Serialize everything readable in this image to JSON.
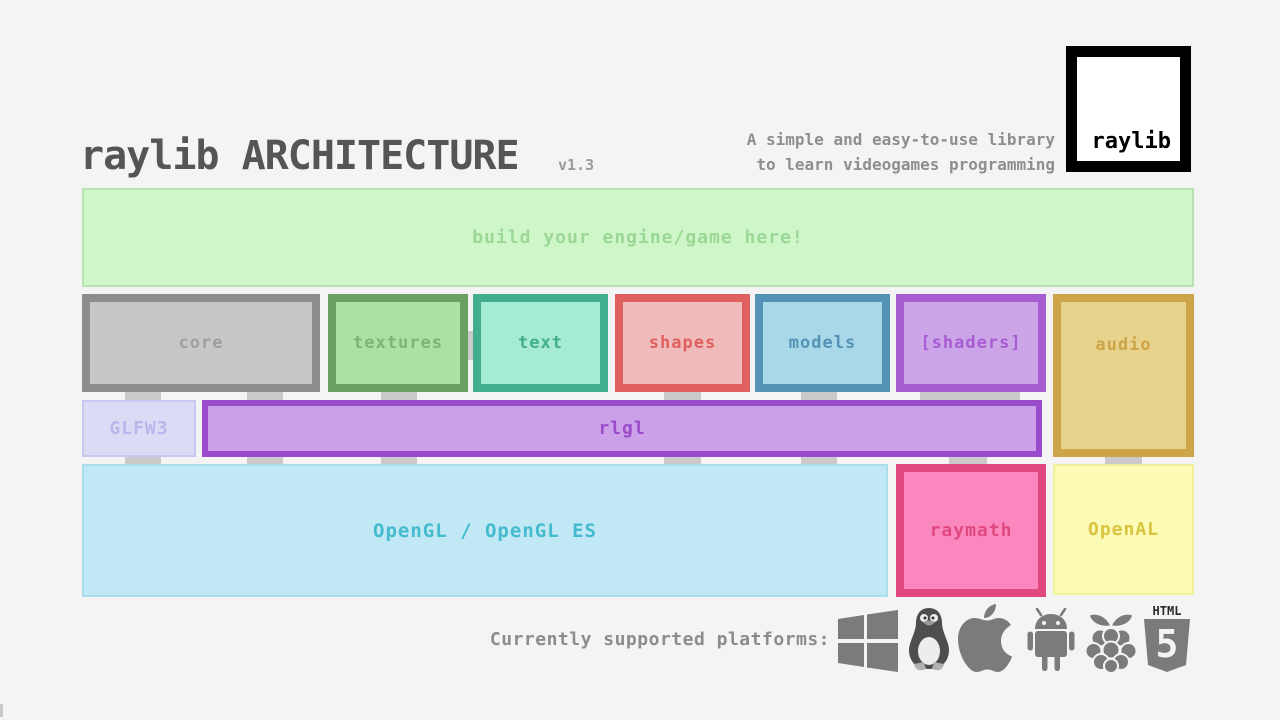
{
  "header": {
    "title": "raylib ARCHITECTURE",
    "version": "v1.3",
    "tagline_line1": "A simple and easy-to-use library",
    "tagline_line2": "to learn videogames programming",
    "logo_text": "raylib"
  },
  "diagram": {
    "engine_box": {
      "label": "build your engine/game here!",
      "fill": "#cef6c8",
      "text_color": "#9bd896"
    },
    "modules": [
      {
        "id": "core",
        "label": "core",
        "border": "#8d8d8d",
        "fill": "#c7c7c7",
        "text_color": "#9f9f9f"
      },
      {
        "id": "textures",
        "label": "textures",
        "border": "#6ba063",
        "fill": "#ace1a4",
        "text_color": "#7bb672"
      },
      {
        "id": "text",
        "label": "text",
        "border": "#43ae8d",
        "fill": "#a6ecd2",
        "text_color": "#43ae8d"
      },
      {
        "id": "shapes",
        "label": "shapes",
        "border": "#e06060",
        "fill": "#f0bbbb",
        "text_color": "#e06060"
      },
      {
        "id": "models",
        "label": "models",
        "border": "#5493b6",
        "fill": "#a9d8e9",
        "text_color": "#5493b6"
      },
      {
        "id": "shaders",
        "label": "[shaders]",
        "border": "#a75dd1",
        "fill": "#cca5e9",
        "text_color": "#a75dd1"
      },
      {
        "id": "audio",
        "label": "audio",
        "border": "#cda447",
        "fill": "#e8d38d",
        "text_color": "#cda447"
      }
    ],
    "glfw": {
      "label": "GLFW3",
      "fill": "#dbdbf6",
      "text_color": "#b7b7eb"
    },
    "rlgl": {
      "label": "rlgl",
      "fill": "#cda0ea",
      "border": "#9b4ccb",
      "text_color": "#9b4ccb"
    },
    "opengl": {
      "label": "OpenGL / OpenGL ES",
      "fill": "#c1e9f5",
      "text_color": "#45b9cd"
    },
    "raymath": {
      "label": "raymath",
      "fill": "#fa87be",
      "border": "#e0497f",
      "text_color": "#e0497f"
    },
    "openal": {
      "label": "OpenAL",
      "fill": "#fbfbb5",
      "text_color": "#d9c33f"
    }
  },
  "platforms": {
    "label": "Currently supported platforms:",
    "items": [
      {
        "name": "windows"
      },
      {
        "name": "linux"
      },
      {
        "name": "apple"
      },
      {
        "name": "android"
      },
      {
        "name": "raspberry-pi"
      },
      {
        "name": "html5"
      }
    ],
    "html5_top_text": "HTML",
    "html5_number": "5",
    "icon_color": "#7b7b7b"
  }
}
